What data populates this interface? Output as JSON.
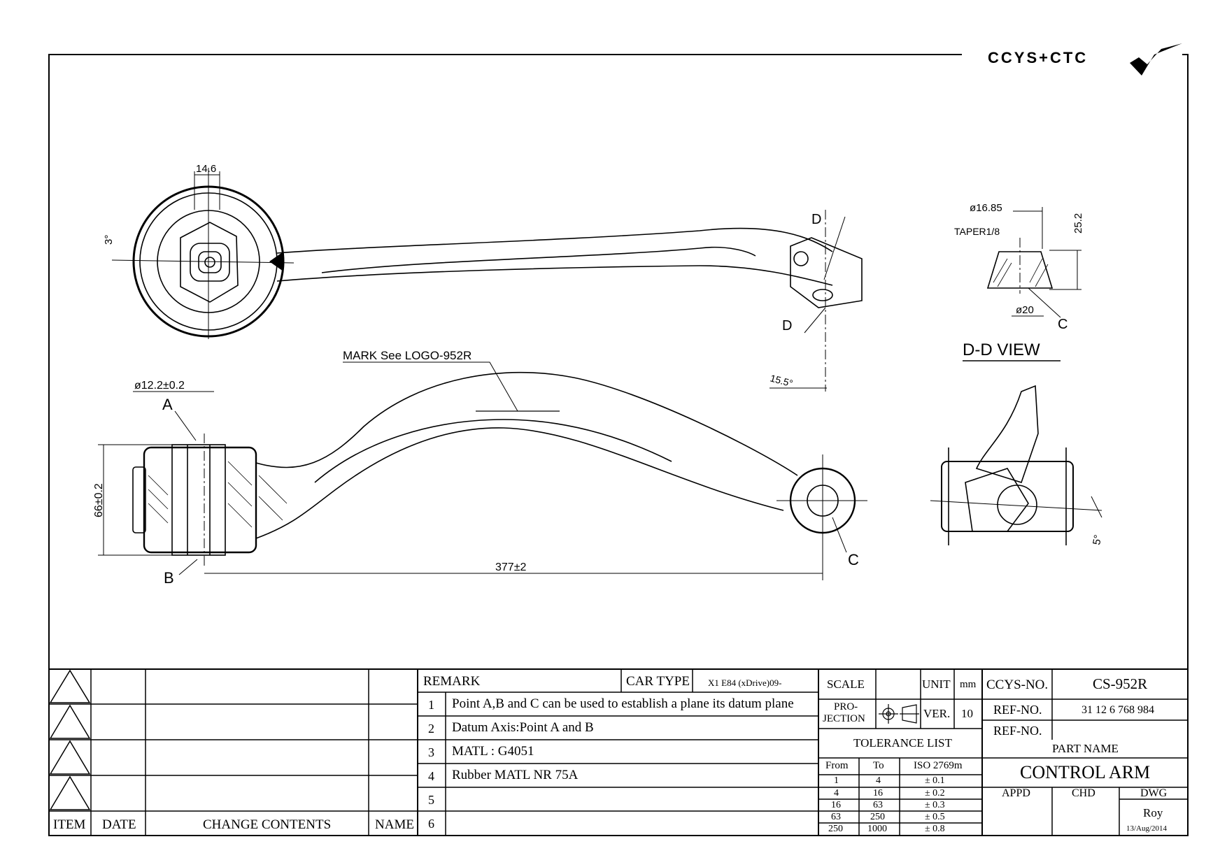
{
  "brand": {
    "logo_text": "CCYS+CTC"
  },
  "views": {
    "top": {
      "dim_width": "14.6",
      "dim_angle": "3°",
      "section_label_top": "D",
      "section_label_bottom": "D",
      "dim_angle_d": "15.5°"
    },
    "side": {
      "mark_note": "MARK See LOGO-952R",
      "dim_bore": "ø12.2±0.2",
      "dim_height": "66±0.2",
      "dim_length": "377±2",
      "point_a": "A",
      "point_b": "B",
      "point_c": "C"
    },
    "dd": {
      "title": "D-D VIEW",
      "dim_top": "ø16.85",
      "taper": "TAPER1/8",
      "dim_height": "25.2",
      "dim_bottom": "ø20",
      "point_c": "C"
    },
    "end": {
      "dim_angle": "5°"
    }
  },
  "revision": {
    "headers": [
      "ITEM",
      "DATE",
      "CHANGE CONTENTS",
      "NAME"
    ]
  },
  "remarks": {
    "header": "REMARK",
    "car_type_label": "CAR TYPE",
    "car_type_value": "X1 E84 (xDrive)09-",
    "rows": [
      {
        "n": "1",
        "text": "Point A,B and C can be used to establish a plane its datum plane"
      },
      {
        "n": "2",
        "text": "Datum Axis:Point A and B"
      },
      {
        "n": "3",
        "text": "MATL : G4051"
      },
      {
        "n": "4",
        "text": "Rubber MATL NR 75A"
      },
      {
        "n": "5",
        "text": ""
      },
      {
        "n": "6",
        "text": ""
      }
    ]
  },
  "spec": {
    "scale_label": "SCALE",
    "unit_label": "UNIT",
    "unit_value": "mm",
    "projection_label_1": "PRO-",
    "projection_label_2": "JECTION",
    "ver_label": "VER.",
    "ver_value": "10",
    "tolerance_title": "TOLERANCE LIST",
    "tolerance_headers": [
      "From",
      "To",
      "ISO 2769m"
    ],
    "tolerance_rows": [
      [
        "1",
        "4",
        "± 0.1"
      ],
      [
        "4",
        "16",
        "± 0.2"
      ],
      [
        "16",
        "63",
        "± 0.3"
      ],
      [
        "63",
        "250",
        "± 0.5"
      ],
      [
        "250",
        "1000",
        "± 0.8"
      ]
    ]
  },
  "title_block": {
    "ccys_no_label": "CCYS-NO.",
    "ccys_no_value": "CS-952R",
    "ref_no_label": "REF-NO.",
    "ref_no_value": "31 12 6 768 984",
    "ref_no_label_2": "REF-NO.",
    "part_name_label": "PART NAME",
    "part_name_value": "CONTROL ARM",
    "appd_label": "APPD",
    "chd_label": "CHD",
    "dwg_label": "DWG",
    "dwg_name": "Roy",
    "dwg_date": "13/Aug/2014"
  }
}
